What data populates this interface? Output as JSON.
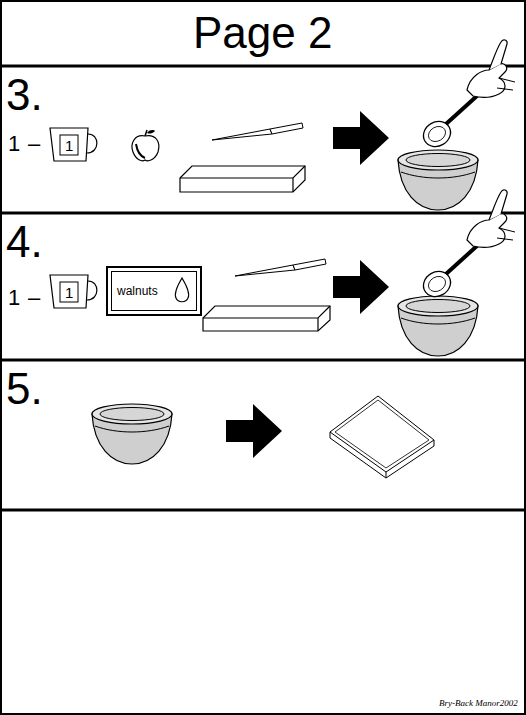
{
  "diagram": {
    "title": "Page 2",
    "nodes": [
      {
        "text": [
          "3."
        ]
      },
      {
        "text": [
          "1"
        ],
        "in": 0
      },
      {
        "text": [
          "4."
        ]
      },
      {
        "text": [
          "1"
        ],
        "in": 2
      },
      {
        "text": [
          "walnuts"
        ],
        "in": 2
      },
      {
        "text": [
          "5."
        ]
      }
    ],
    "labels": [
      "1",
      "–",
      "1",
      "–",
      "Bry-Back Manor2002"
    ]
  }
}
